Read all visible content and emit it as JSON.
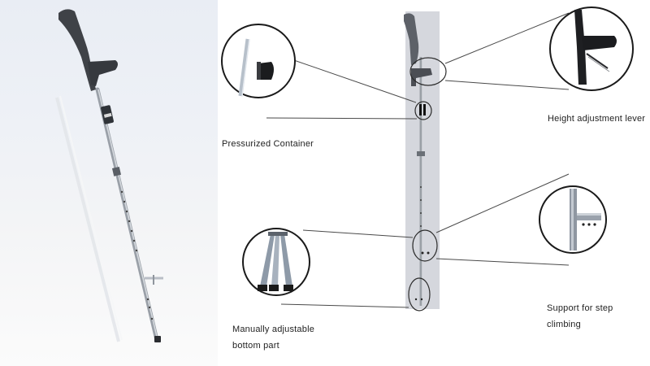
{
  "labels": {
    "pressurized_container": "Pressurized  Container",
    "height_adjustment_lever": "Height adjustment lever",
    "manually_adjustable_line1": "Manually adjustable",
    "manually_adjustable_line2": "bottom part",
    "support_line1": "Support for step",
    "support_line2": "climbing"
  }
}
